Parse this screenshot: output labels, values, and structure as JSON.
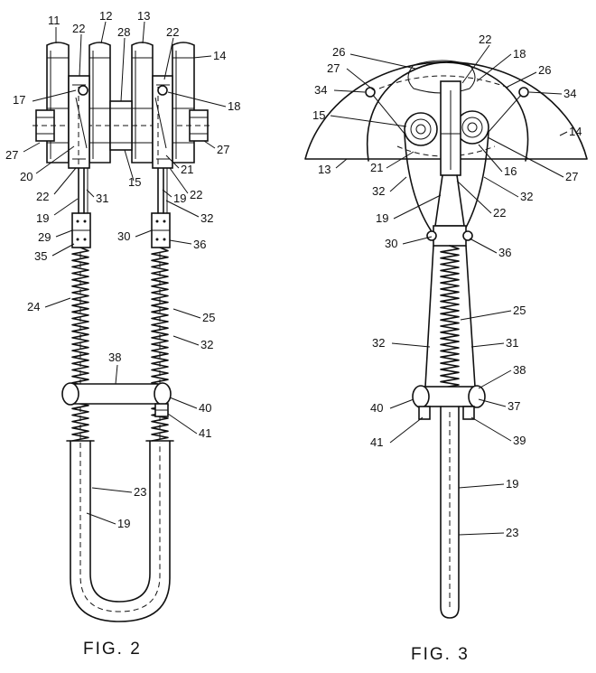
{
  "figures": [
    {
      "caption": "FIG. 2",
      "labels": [
        "11",
        "12",
        "13",
        "14",
        "22",
        "28",
        "22",
        "17",
        "18",
        "27",
        "27",
        "20",
        "22",
        "15",
        "21",
        "22",
        "31",
        "19",
        "19",
        "32",
        "29",
        "35",
        "30",
        "36",
        "24",
        "25",
        "32",
        "38",
        "40",
        "41",
        "23",
        "19"
      ]
    },
    {
      "caption": "FIG. 3",
      "labels": [
        "22",
        "18",
        "26",
        "26",
        "27",
        "34",
        "34",
        "15",
        "14",
        "13",
        "21",
        "16",
        "27",
        "32",
        "32",
        "22",
        "19",
        "30",
        "36",
        "25",
        "32",
        "31",
        "38",
        "40",
        "37",
        "41",
        "39",
        "19",
        "23"
      ]
    }
  ]
}
